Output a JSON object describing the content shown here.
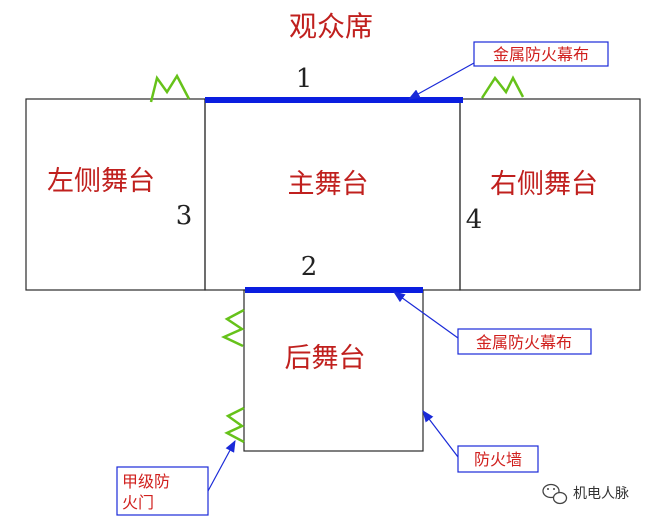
{
  "title": "观众席",
  "stages": {
    "left": "左侧舞台",
    "main": "主舞台",
    "right": "右侧舞台",
    "rear": "后舞台"
  },
  "markers": {
    "one": "1",
    "two": "2",
    "three": "3",
    "four": "4"
  },
  "callouts": {
    "curtain_top": "金属防火幕布",
    "curtain_rear": "金属防火幕布",
    "fire_wall": "防火墙",
    "fire_door_line1": "甲级防",
    "fire_door_line2": "火门"
  },
  "watermark": "机电人脉",
  "colors": {
    "label_red": "#c0201e",
    "curtain_blue": "#0a1ee0",
    "callout_blue": "#1a2ad8",
    "door_green": "#66c21a",
    "outline": "#2a2a2a"
  }
}
